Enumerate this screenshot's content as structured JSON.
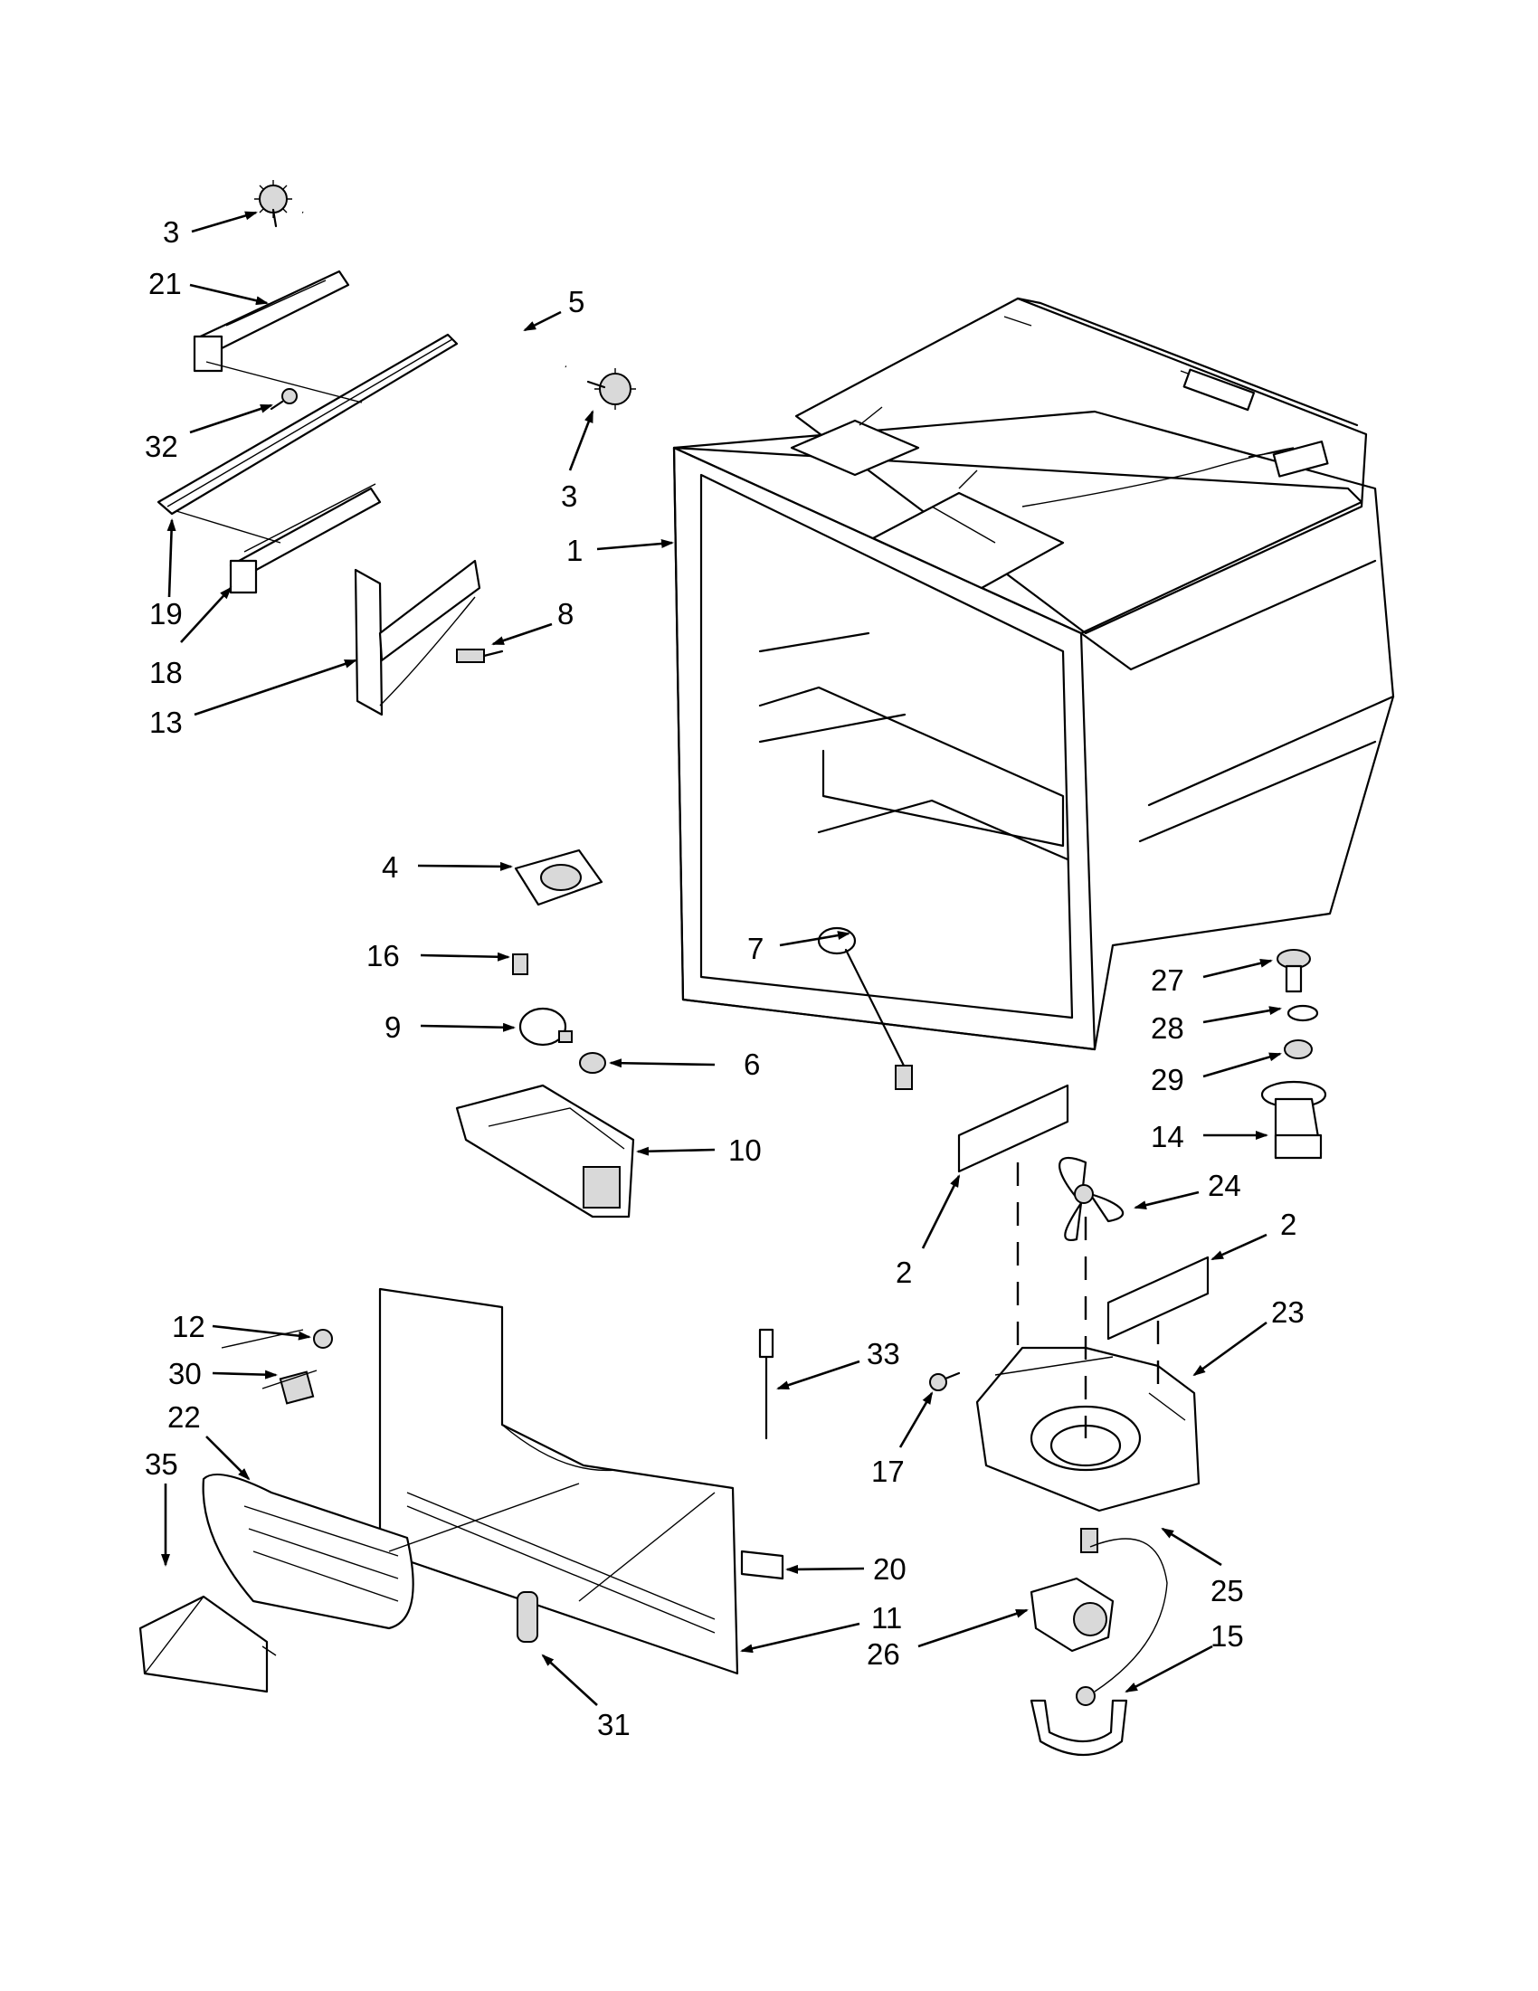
{
  "callouts": [
    {
      "id": "c3a",
      "label": "3"
    },
    {
      "id": "c21",
      "label": "21"
    },
    {
      "id": "c5",
      "label": "5"
    },
    {
      "id": "c32",
      "label": "32"
    },
    {
      "id": "c3b",
      "label": "3"
    },
    {
      "id": "c1",
      "label": "1"
    },
    {
      "id": "c19",
      "label": "19"
    },
    {
      "id": "c8",
      "label": "8"
    },
    {
      "id": "c18",
      "label": "18"
    },
    {
      "id": "c13",
      "label": "13"
    },
    {
      "id": "c4",
      "label": "4"
    },
    {
      "id": "c16",
      "label": "16"
    },
    {
      "id": "c27",
      "label": "27"
    },
    {
      "id": "c7",
      "label": "7"
    },
    {
      "id": "c28",
      "label": "28"
    },
    {
      "id": "c9",
      "label": "9"
    },
    {
      "id": "c6",
      "label": "6"
    },
    {
      "id": "c29",
      "label": "29"
    },
    {
      "id": "c14",
      "label": "14"
    },
    {
      "id": "c10",
      "label": "10"
    },
    {
      "id": "c24",
      "label": "24"
    },
    {
      "id": "c2a",
      "label": "2"
    },
    {
      "id": "c2b",
      "label": "2"
    },
    {
      "id": "c23",
      "label": "23"
    },
    {
      "id": "c12",
      "label": "12"
    },
    {
      "id": "c33",
      "label": "33"
    },
    {
      "id": "c30",
      "label": "30"
    },
    {
      "id": "c22",
      "label": "22"
    },
    {
      "id": "c35",
      "label": "35"
    },
    {
      "id": "c17",
      "label": "17"
    },
    {
      "id": "c20",
      "label": "20"
    },
    {
      "id": "c25",
      "label": "25"
    },
    {
      "id": "c11",
      "label": "11"
    },
    {
      "id": "c26",
      "label": "26"
    },
    {
      "id": "c15",
      "label": "15"
    },
    {
      "id": "c31",
      "label": "31"
    }
  ]
}
